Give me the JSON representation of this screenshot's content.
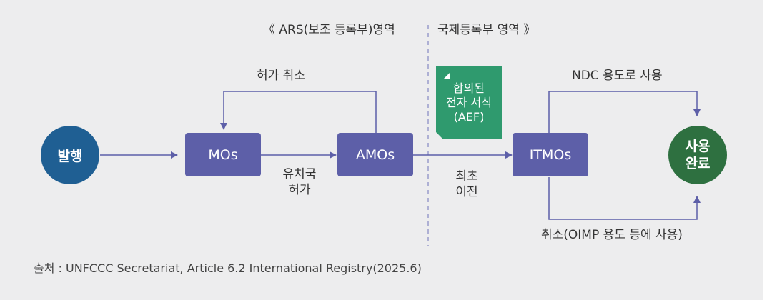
{
  "header": {
    "left_zone": "《 ARS(보조 등록부)영역",
    "right_zone": "국제등록부 영역 》"
  },
  "nodes": {
    "issuance": "발행",
    "mos": "MOs",
    "amos": "AMOs",
    "itmos": "ITMOs",
    "completion": [
      "사용",
      "완료"
    ],
    "aef_doc": [
      "합의된",
      "전자 서식",
      "(AEF)"
    ]
  },
  "labels": {
    "revoke": "허가 취소",
    "host_permit": [
      "유치국",
      "허가"
    ],
    "first_transfer": [
      "최초",
      "이전"
    ],
    "ndc_use": "NDC 용도로 사용",
    "cancel_oimp": "취소(OIMP 용도 등에 사용)"
  },
  "source": "출처 : UNFCCC Secretariat, Article 6.2 International Registry(2025.6)",
  "colors": {
    "background": "#ededee",
    "node_box": "#5d5fa8",
    "issuance_circle": "#1f5f93",
    "completion_circle": "#2e7040",
    "document": "#2f9a6e",
    "arrow": "#5d5fa8"
  }
}
